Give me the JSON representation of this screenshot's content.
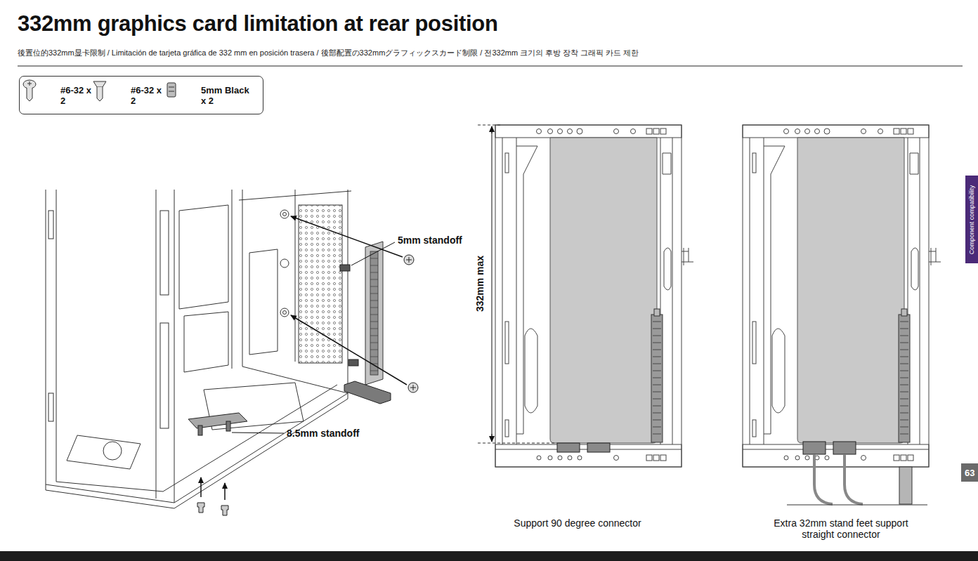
{
  "diagram": {
    "title": "332mm graphics card limitation at rear position",
    "nodes": [
      {
        "text": [
          "#6-32 x 2",
          "#6-32 x 2",
          "5mm Black x 2"
        ]
      },
      {
        "text": [
          "Component compatibility"
        ]
      },
      {
        "text": [
          "63"
        ]
      }
    ],
    "labels": [
      "後置位的332mm显卡限制 / Limitación de tarjeta gráfica de 332 mm en posición trasera / 後部配置の332mmグラフィックスカード制限 / 전332mm 크기의 후방 장착 그래픽 카드 제한",
      "5mm standoff",
      "8.5mm standoff",
      "332mm max",
      "Support 90 degree connector",
      "Extra 32mm stand feet support straight connector"
    ]
  }
}
